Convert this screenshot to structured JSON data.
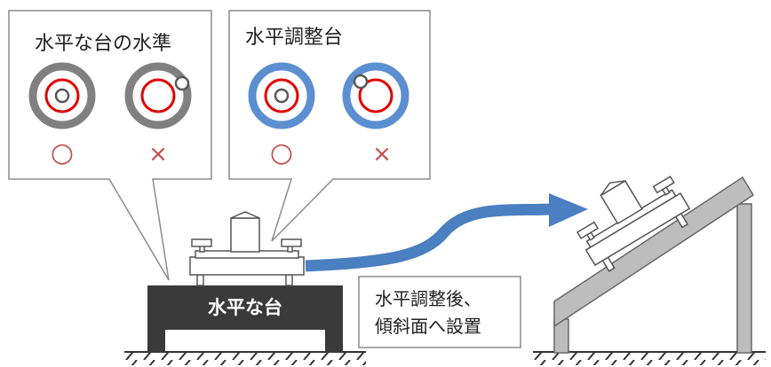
{
  "callouts": {
    "left": {
      "title": "水平な台の水準",
      "ok_mark": "○",
      "ng_mark": "×"
    },
    "right": {
      "title": "水平調整台",
      "ok_mark": "○",
      "ng_mark": "×"
    }
  },
  "table_label": "水平な台",
  "note": {
    "line1": "水平調整後、",
    "line2": "傾斜面へ設置"
  },
  "colors": {
    "gray_ring": "#808080",
    "blue_ring": "#5b8fd0",
    "red": "#e00000",
    "mark_red": "#c0504d",
    "table": "#3a3a3a",
    "arrow": "#4a7fc1",
    "slope": "#bdbdbd"
  }
}
